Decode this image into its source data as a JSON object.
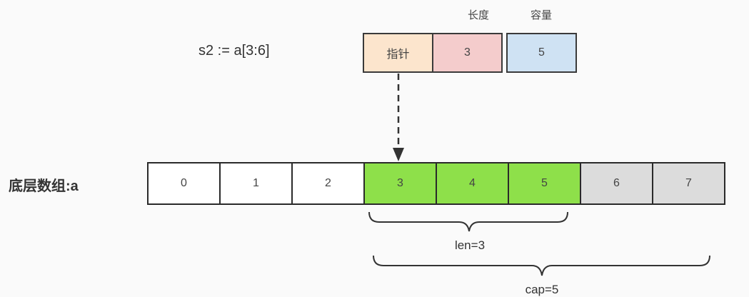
{
  "slice_header": {
    "expression": "s2 := a[3:6]",
    "column_titles": {
      "length": "长度",
      "capacity": "容量"
    },
    "fields": [
      {
        "label": "指针",
        "color": "#fce5cd"
      },
      {
        "label": "3",
        "color": "#f4cccc"
      },
      {
        "label": "5",
        "color": "#cfe2f3"
      }
    ]
  },
  "array": {
    "label": "底层数组:a",
    "cells": [
      {
        "value": "0",
        "color": "#ffffff"
      },
      {
        "value": "1",
        "color": "#ffffff"
      },
      {
        "value": "2",
        "color": "#ffffff"
      },
      {
        "value": "3",
        "color": "#8ee04a"
      },
      {
        "value": "4",
        "color": "#8ee04a"
      },
      {
        "value": "5",
        "color": "#8ee04a"
      },
      {
        "value": "6",
        "color": "#dcdcdc"
      },
      {
        "value": "7",
        "color": "#dcdcdc"
      }
    ]
  },
  "annotations": {
    "len_label": "len=3",
    "cap_label": "cap=5"
  }
}
